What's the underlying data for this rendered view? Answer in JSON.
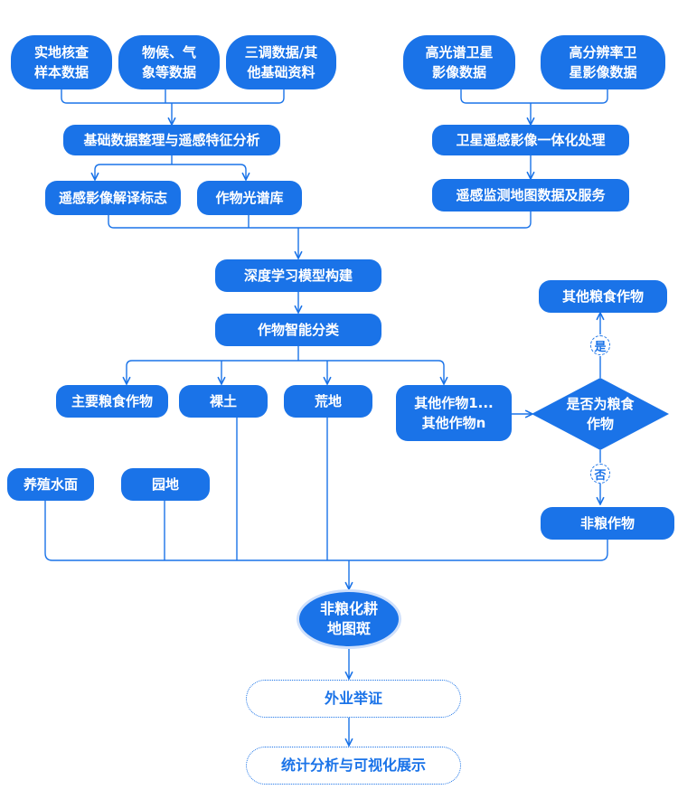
{
  "colors": {
    "accent": "#1a73e8",
    "line": "#1a73e8",
    "outline_light": "#cfe0fb"
  },
  "nodes": {
    "field_survey": "实地核查\n样本数据",
    "phenology": "物候、气\n象等数据",
    "survey_data": "三调数据/其\n他基础资料",
    "hyperspectral": "高光谱卫星\n影像数据",
    "high_res": "高分辨率卫\n星影像数据",
    "data_organize": "基础数据整理与遥感特征分析",
    "sat_processing": "卫星遥感影像一体化处理",
    "interp_marks": "遥感影像解译标志",
    "spectral_lib": "作物光谱库",
    "monitor_service": "遥感监测地图数据及服务",
    "dl_model": "深度学习模型构建",
    "crop_classify": "作物智能分类",
    "main_grain": "主要粮食作物",
    "bare_soil": "裸土",
    "wasteland": "荒地",
    "other_crops": "其他作物1...\n其他作物n",
    "is_grain": "是否为粮食\n作物",
    "yes": "是",
    "no": "否",
    "other_grain": "其他粮食作物",
    "non_grain_crops": "非粮作物",
    "aquaculture": "养殖水面",
    "garden": "园地",
    "non_grain_patch": "非粮化耕\n地图斑",
    "field_evidence": "外业举证",
    "stats_visual": "统计分析与可视化展示"
  }
}
